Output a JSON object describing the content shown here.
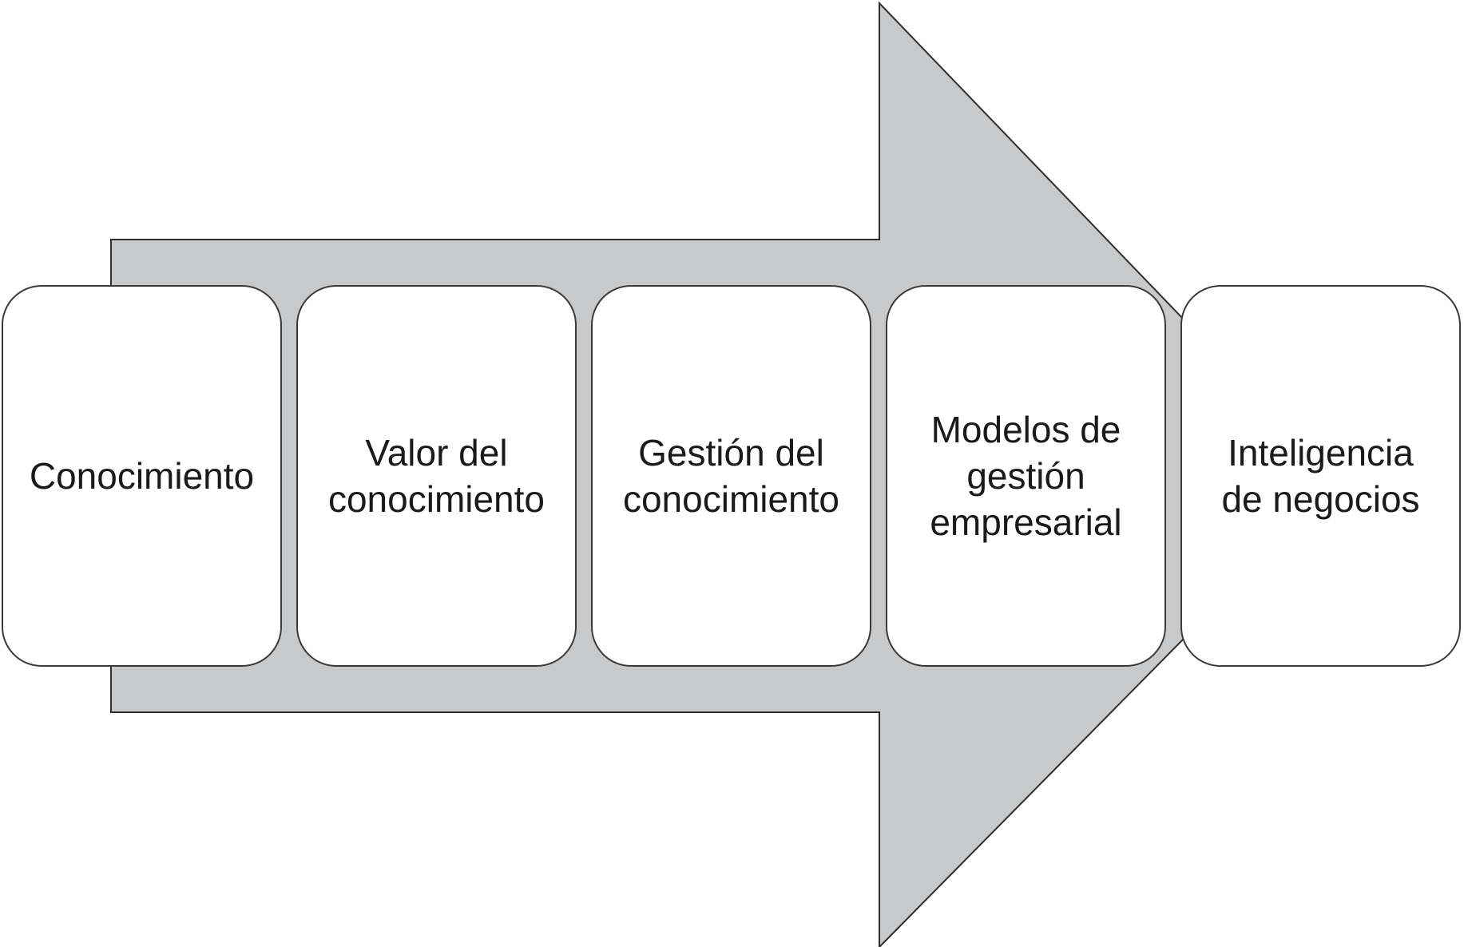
{
  "colors": {
    "arrow_fill": "#c8c9ca",
    "arrow_stroke": "#2e2e2e",
    "box_fill": "#ffffff",
    "box_stroke": "#3a3a3a",
    "text": "#1a1a1a"
  },
  "steps": [
    {
      "label": "Conocimiento"
    },
    {
      "label": "Valor del\nconocimiento"
    },
    {
      "label": "Gestión del\nconocimiento"
    },
    {
      "label": "Modelos de\ngestión\nempresarial"
    },
    {
      "label": "Inteligencia\nde negocios"
    }
  ]
}
